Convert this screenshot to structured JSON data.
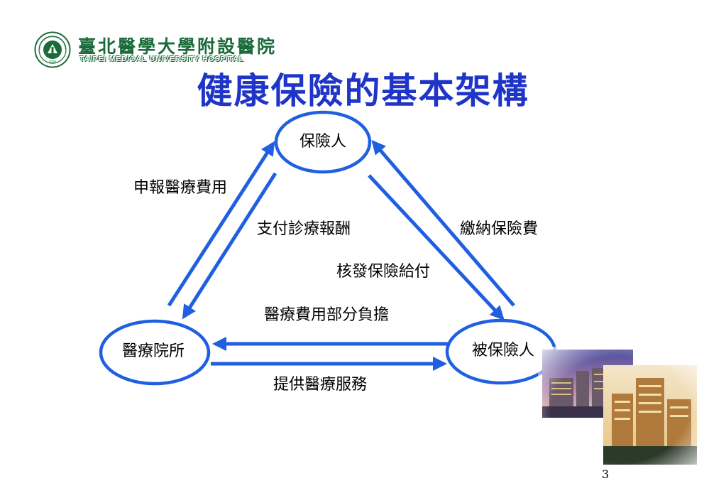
{
  "logo": {
    "name": "臺北醫學大學附設醫院",
    "subtitle": "TAIPEI MEDICAL UNIVERSITY HOSPITAL",
    "seal_year": "1976",
    "colors": {
      "green": "#1b6b3a"
    }
  },
  "title": "健康保險的基本架構",
  "nodes": {
    "insurer": "保險人",
    "provider": "醫療院所",
    "insured": "被保險人"
  },
  "flows": {
    "report_costs": "申報醫療費用",
    "pay_fees": "支付診療報酬",
    "pay_premium": "繳納保險費",
    "issue_benefits": "核發保險給付",
    "copayment": "醫療費用部分負擔",
    "provide_services": "提供醫療服務"
  },
  "page_number": "3",
  "colors": {
    "accent": "#1f5fe0",
    "title": "#1f35c8"
  }
}
